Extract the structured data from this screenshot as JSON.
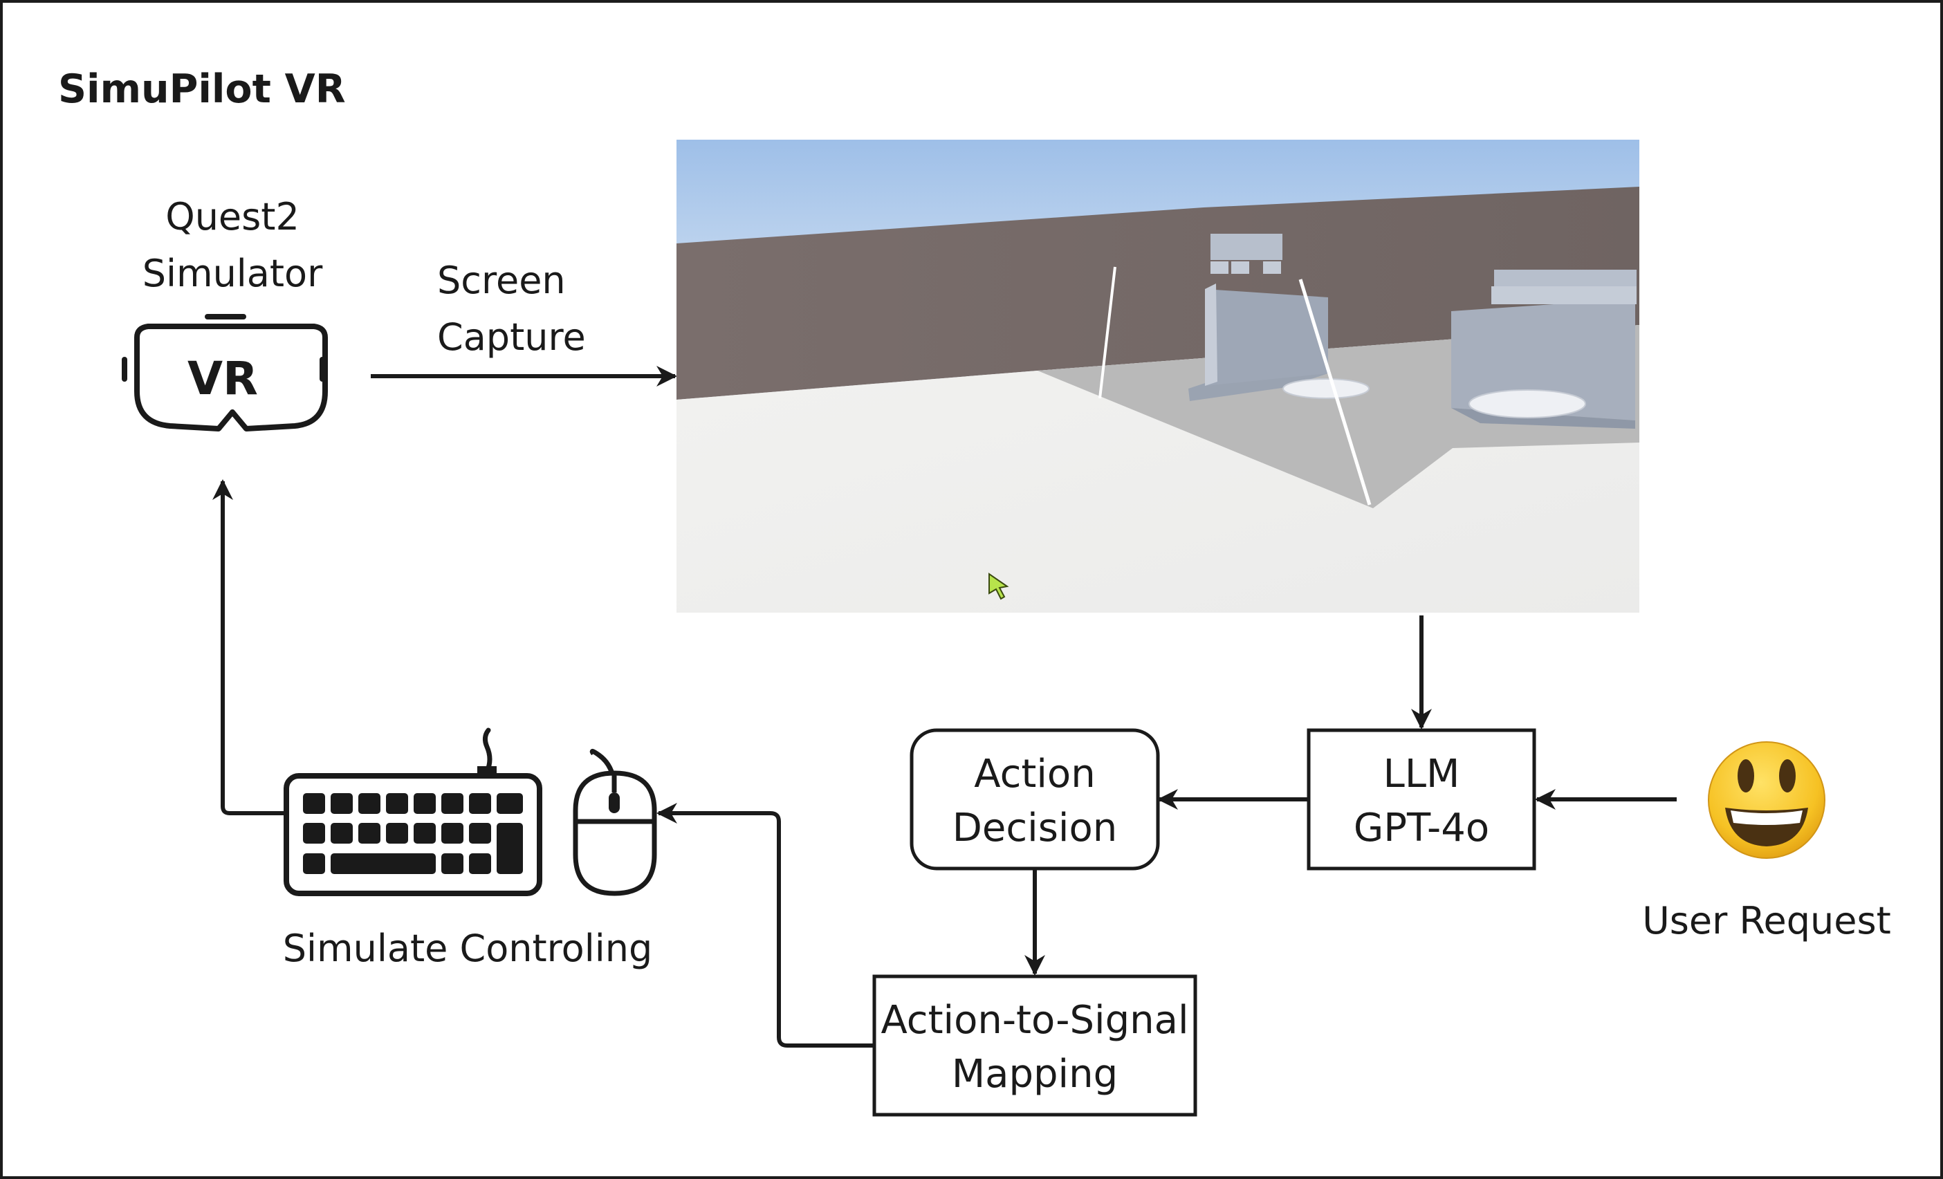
{
  "title": "SimuPilot VR",
  "headset": {
    "label_line1": "Quest2",
    "label_line2": "Simulator",
    "logo_text": "VR",
    "icon": "vr-headset-icon"
  },
  "screen_capture": {
    "line1": "Screen",
    "line2": "Capture"
  },
  "llm": {
    "line1": "LLM",
    "line2": "GPT-4o"
  },
  "action_decision": {
    "line1": "Action",
    "line2": "Decision"
  },
  "mapping": {
    "line1": "Action-to-Signal",
    "line2": "Mapping"
  },
  "user": {
    "label": "User Request",
    "icon": "smiley-face-icon"
  },
  "controls": {
    "label": "Simulate Controling",
    "icons": [
      "keyboard-icon",
      "mouse-icon"
    ]
  },
  "colors": {
    "stroke": "#1a1a1a",
    "emoji_face": "#f6c224",
    "sky_top": "#9ebfe8",
    "ground": "#f0f0ee"
  }
}
